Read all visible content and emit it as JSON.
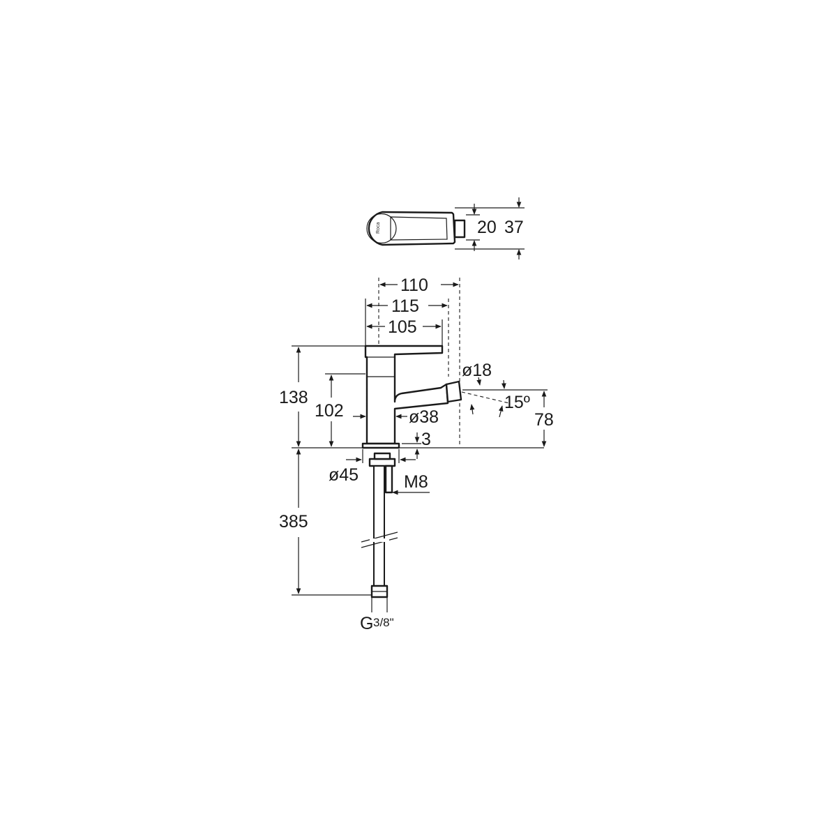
{
  "top_view": {
    "logo": "Roca",
    "dim_width_inner": "20",
    "dim_width_outer": "37"
  },
  "front_view": {
    "dim_top_110": "110",
    "dim_top_115": "115",
    "dim_top_105": "105",
    "dim_height_138": "138",
    "dim_height_102": "102",
    "dim_spout_diameter": "ø18",
    "dim_body_diameter": "ø38",
    "dim_angle": "15º",
    "dim_height_78": "78",
    "dim_base_3": "3",
    "dim_base_diameter": "ø45",
    "dim_thread": "M8",
    "dim_hose_length": "385",
    "connector_G": "G",
    "connector_fraction": "3/8\""
  }
}
